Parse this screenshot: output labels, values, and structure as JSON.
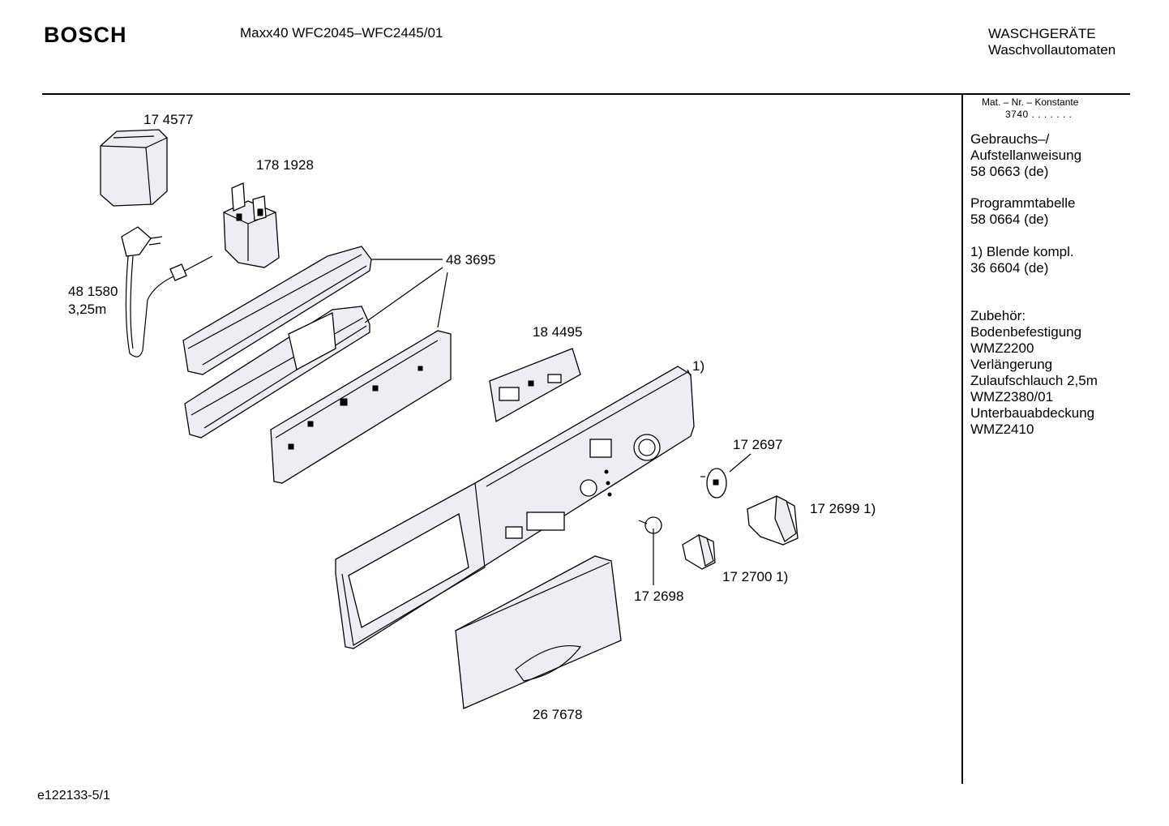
{
  "header": {
    "brand": "BOSCH",
    "model": "Maxx40 WFC2045–WFC2445/01",
    "category": "WASCHGERÄTE",
    "subcategory": "Waschvollautomaten"
  },
  "sidebar": {
    "mat_header": "Mat. – Nr. – Konstante",
    "mat_value": "3740 .  .  .  .  .  .  .",
    "blocks": [
      {
        "lines": [
          "Gebrauchs–/",
          "Aufstellanweisung",
          "58 0663 (de)"
        ]
      },
      {
        "lines": [
          "Programmtabelle",
          "58 0664 (de)"
        ]
      },
      {
        "lines": [
          "1) Blende kompl.",
          "36 6604 (de)"
        ]
      },
      {
        "lines": [
          "Zubehör:",
          "Bodenbefestigung",
          "WMZ2200",
          "Verlängerung",
          "Zulaufschlauch 2,5m",
          "WMZ2380/01",
          "Unterbauabdeckung",
          "WMZ2410"
        ]
      }
    ]
  },
  "parts": {
    "p174577": "17 4577",
    "p1781928": "178 1928",
    "p483695": "48 3695",
    "p481580": "48 1580",
    "p481580_len": "3,25m",
    "p184495": "18 4495",
    "p_blende": "1)",
    "p172697": "17 2697",
    "p172699": "17 2699 1)",
    "p172700": "17 2700 1)",
    "p172698": "17 2698",
    "p267678": "26 7678"
  },
  "footer": {
    "code": "e122133-5/1"
  }
}
